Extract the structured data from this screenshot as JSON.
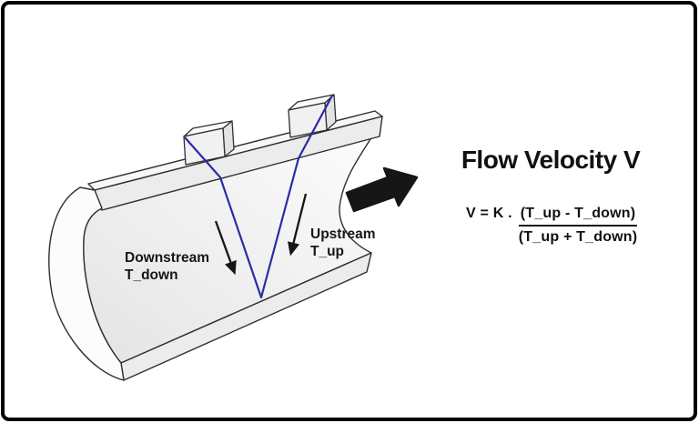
{
  "labels": {
    "downstream": {
      "line1": "Downstream",
      "line2": "T_down"
    },
    "upstream": {
      "line1": "Upstream",
      "line2": "T_up"
    }
  },
  "panel": {
    "title": "Flow Velocity V",
    "formula": {
      "lhs": "V = K .",
      "numerator": "(T_up - T_down)",
      "denominator": "(T_up + T_down)"
    }
  },
  "icons": {
    "flow_direction_arrow": "right-arrow",
    "downstream_arrow": "down-right-arrow",
    "upstream_arrow": "down-left-arrow",
    "beam_path": "v-shaped-ultrasonic-beam"
  },
  "colors": {
    "beam_blue": "#2b2ba6",
    "ink": "#161616",
    "pipe_outline": "#2f2f2f",
    "pipe_fill_light": "#fcfcfc",
    "pipe_fill_dark": "#e4e4e4",
    "frame_border": "#000000",
    "background": "#ffffff"
  }
}
